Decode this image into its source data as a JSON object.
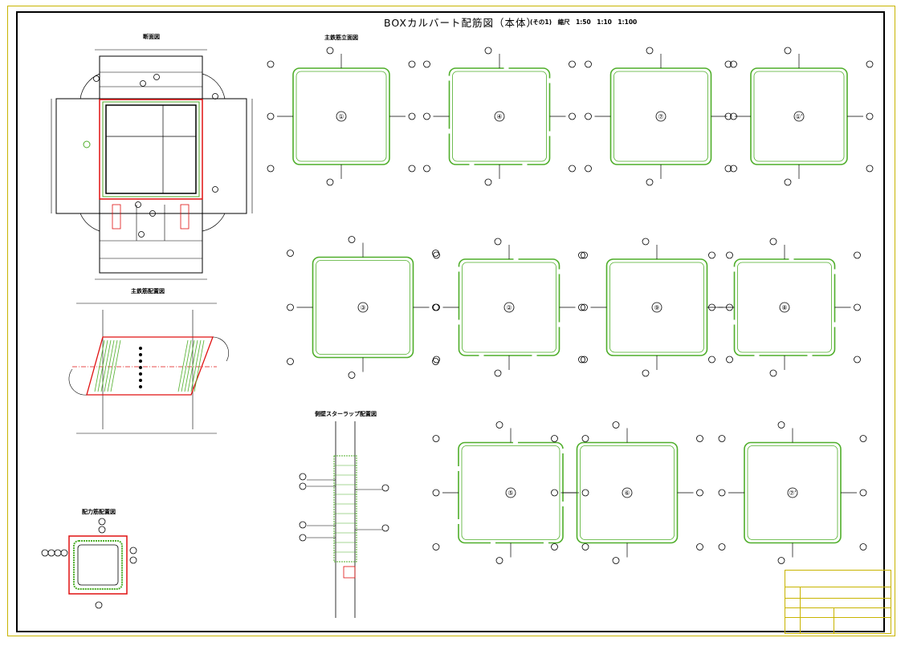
{
  "drawing": {
    "title": "BOXカルバート配筋図（本体）",
    "subtitle": "(その1)　縮尺　1:50　1:10　1:100"
  },
  "views": {
    "section": "断面図",
    "main_rebar_elev": "主鉄筋立面図",
    "main_rebar_layout": "主鉄筋配置図",
    "stirrup_layout": "側壁スターラップ配置図",
    "distribution_layout": "配力筋配置図"
  },
  "rebar_shapes": [
    {
      "id": "①"
    },
    {
      "id": "④"
    },
    {
      "id": "⑦"
    },
    {
      "id": "①'"
    },
    {
      "id": "③"
    },
    {
      "id": "②"
    },
    {
      "id": "⑨"
    },
    {
      "id": "⑧"
    },
    {
      "id": "⑤"
    },
    {
      "id": "⑥"
    },
    {
      "id": "⑦'"
    }
  ],
  "colors": {
    "rebar": "#4fae2a",
    "concrete": "#000000",
    "red": "#e01010",
    "frame": "#c8b400"
  }
}
